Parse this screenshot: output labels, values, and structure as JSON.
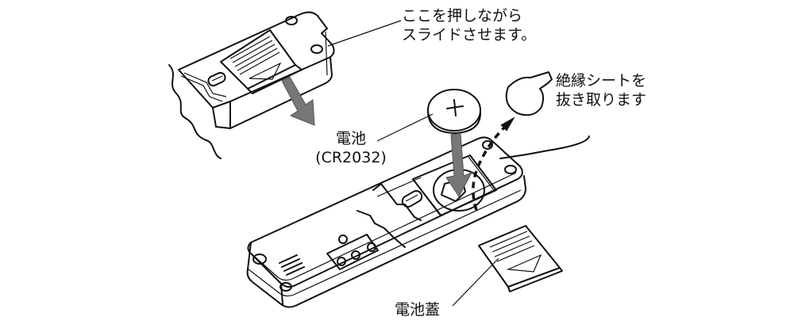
{
  "diagram": {
    "title": "Battery replacement diagram",
    "labels": {
      "slide_instruction": [
        "ここを押しながら",
        "スライドさせます。"
      ],
      "insulation_sheet": [
        "絶縁シートを",
        "抜き取ります"
      ],
      "battery": [
        "電池",
        "(CR2032)"
      ],
      "battery_cover": "電池蓋"
    },
    "colors": {
      "line": "#111111",
      "arrow": "#777777",
      "background": "#ffffff"
    },
    "parts": [
      "remote-top-view",
      "remote-body",
      "coin-battery",
      "insulation-sheet",
      "battery-cover",
      "cable"
    ]
  }
}
